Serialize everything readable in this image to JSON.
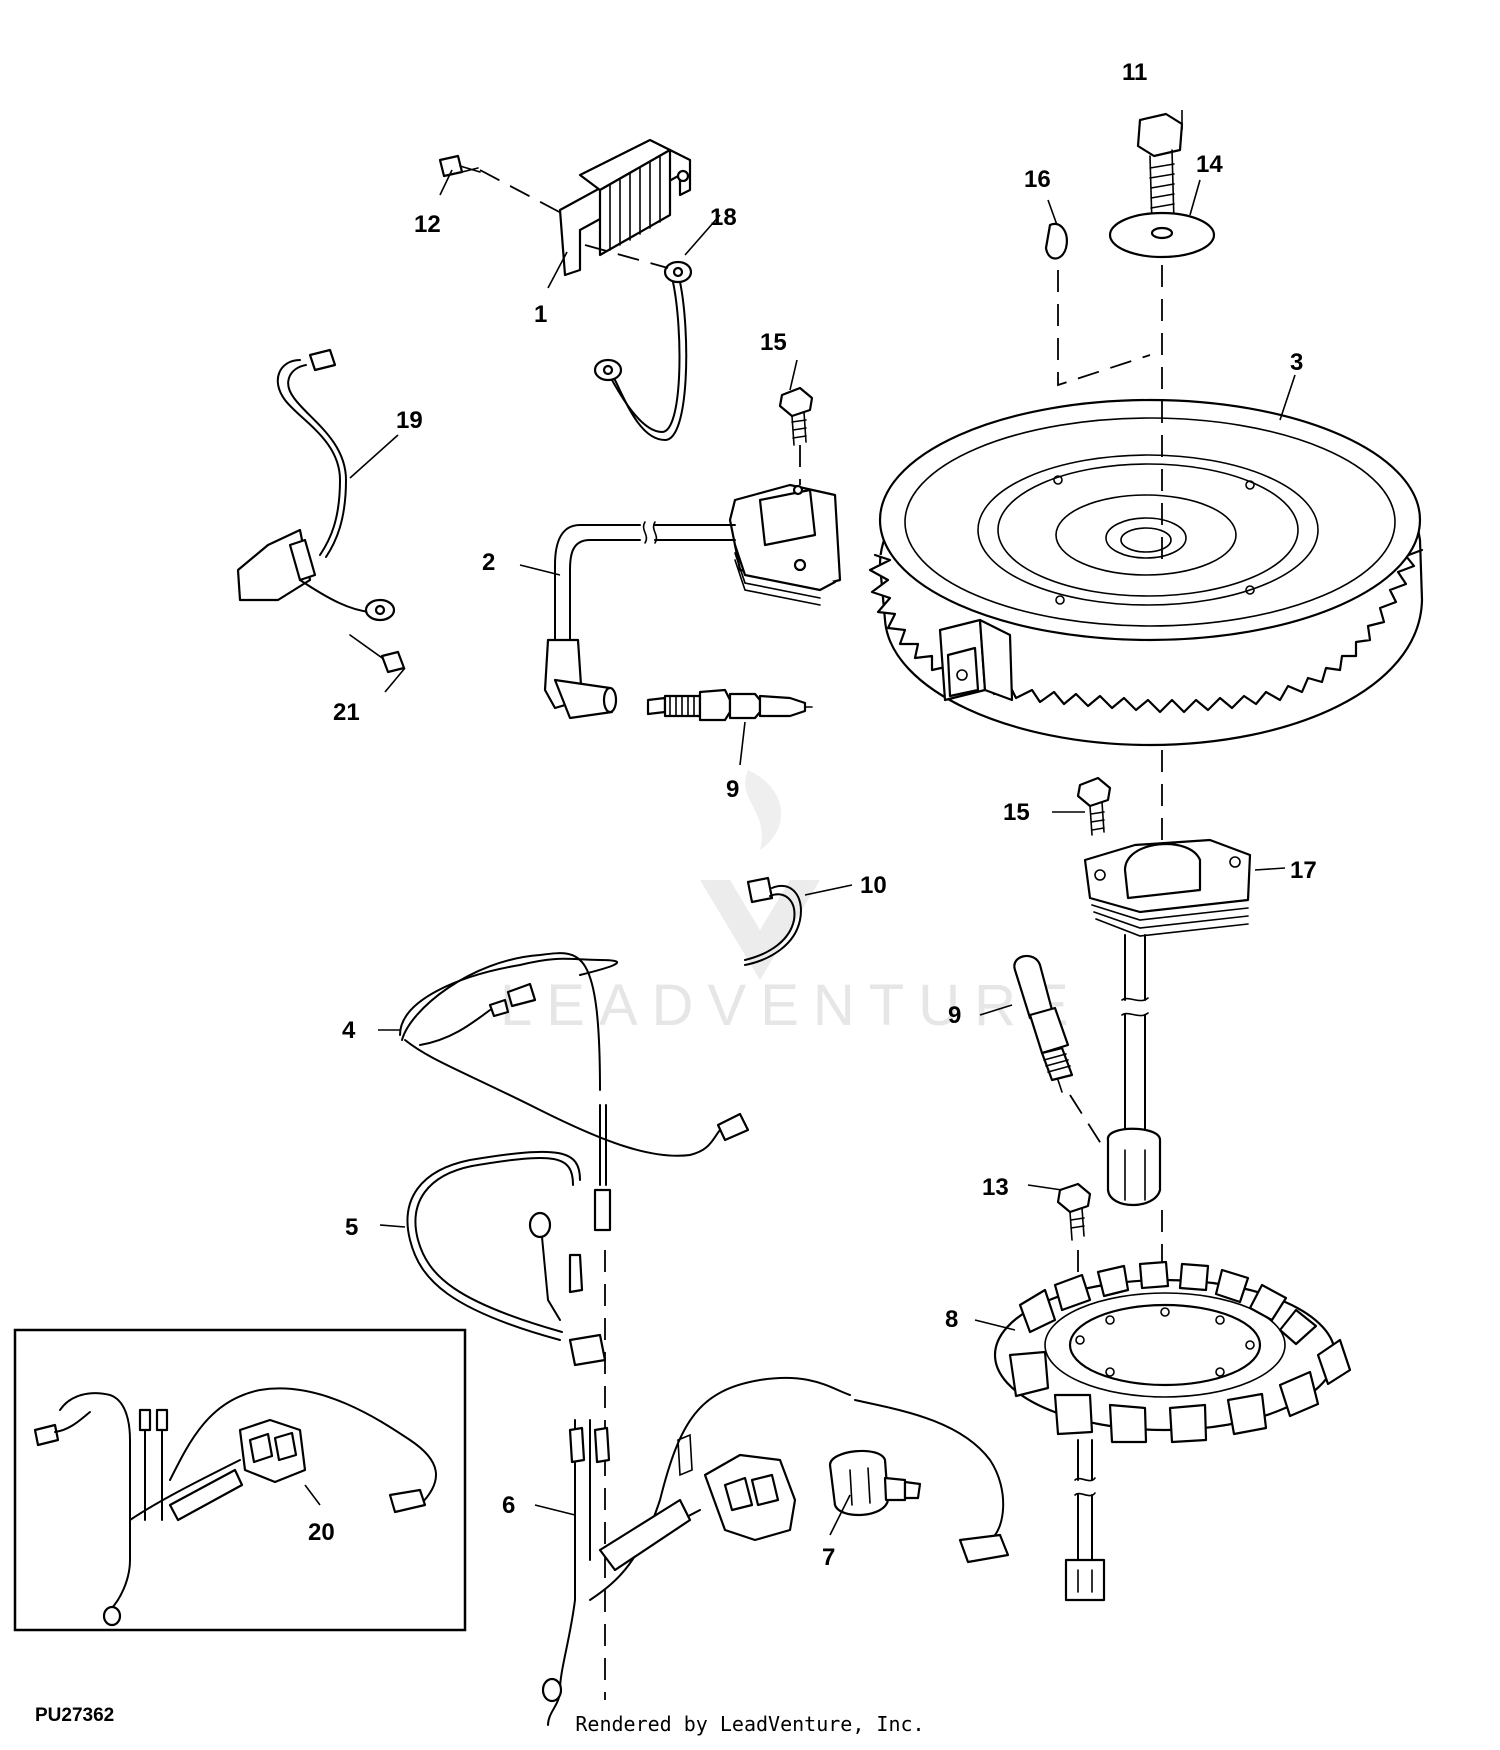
{
  "figure_id": "PU27362",
  "credit": "Rendered by LeadVenture, Inc.",
  "watermark": "LEADVENTURE",
  "callouts": [
    {
      "id": "c1",
      "text": "1"
    },
    {
      "id": "c2",
      "text": "2"
    },
    {
      "id": "c3",
      "text": "3"
    },
    {
      "id": "c4",
      "text": "4"
    },
    {
      "id": "c5",
      "text": "5"
    },
    {
      "id": "c6",
      "text": "6"
    },
    {
      "id": "c7",
      "text": "7"
    },
    {
      "id": "c8",
      "text": "8"
    },
    {
      "id": "c9a",
      "text": "9"
    },
    {
      "id": "c9b",
      "text": "9"
    },
    {
      "id": "c10",
      "text": "10"
    },
    {
      "id": "c11",
      "text": "11"
    },
    {
      "id": "c12",
      "text": "12"
    },
    {
      "id": "c13",
      "text": "13"
    },
    {
      "id": "c14",
      "text": "14"
    },
    {
      "id": "c15a",
      "text": "15"
    },
    {
      "id": "c15b",
      "text": "15"
    },
    {
      "id": "c16",
      "text": "16"
    },
    {
      "id": "c17",
      "text": "17"
    },
    {
      "id": "c18",
      "text": "18"
    },
    {
      "id": "c19",
      "text": "19"
    },
    {
      "id": "c20",
      "text": "20"
    },
    {
      "id": "c21",
      "text": "21"
    }
  ]
}
